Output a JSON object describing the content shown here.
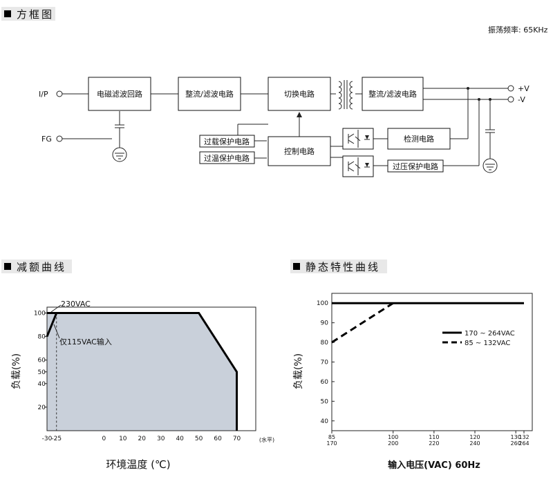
{
  "sections": {
    "block_title": "方框图",
    "derating_title": "减额曲线",
    "static_title": "静态特性曲线"
  },
  "block_diagram": {
    "osc_freq": "振荡频率: 65KHz",
    "ip": "I/P",
    "fg": "FG",
    "vplus": "+V",
    "vminus": "-V",
    "blocks": {
      "emi": "电磁滤波回路",
      "rect1": "整流/滤波电路",
      "switch": "切换电路",
      "rect2": "整流/滤波电路",
      "detect": "检测电路",
      "control": "控制电路",
      "olp": "过载保护电路",
      "otp": "过温保护电路",
      "ovp": "过压保护电路"
    }
  },
  "chart_data": [
    {
      "type": "area",
      "title": "减额曲线",
      "xlabel": "环境温度 (℃)",
      "ylabel": "负载(%)",
      "x_unit_note": "(水平)",
      "xticks": [
        -30,
        -25,
        0,
        10,
        20,
        30,
        40,
        50,
        60,
        70
      ],
      "yticks": [
        20,
        40,
        50,
        60,
        80,
        100
      ],
      "xlim": [
        -30,
        80
      ],
      "ylim": [
        0,
        105
      ],
      "series": [
        {
          "name": "230VAC",
          "x": [
            -30,
            -25,
            50,
            70,
            70
          ],
          "y": [
            100,
            100,
            100,
            50,
            0
          ]
        },
        {
          "name": "仅115VAC输入",
          "x": [
            -30,
            -25
          ],
          "y": [
            80,
            100
          ]
        }
      ],
      "annotations": [
        "230VAC",
        "仅115VAC输入"
      ]
    },
    {
      "type": "line",
      "title": "静态特性曲线",
      "xlabel": "输入电压(VAC) 60Hz",
      "ylabel": "负载(%)",
      "xticks_top": [
        "85",
        "100",
        "110",
        "120",
        "130",
        "132"
      ],
      "xticks_bottom": [
        "170",
        "200",
        "220",
        "240",
        "260",
        "264"
      ],
      "yticks": [
        40,
        50,
        60,
        70,
        80,
        90,
        100
      ],
      "ylim": [
        35,
        105
      ],
      "legend_position": "right",
      "series": [
        {
          "name": "170 ~ 264VAC",
          "style": "solid",
          "x": [
            170,
            264
          ],
          "y": [
            100,
            100
          ]
        },
        {
          "name": "85 ~ 132VAC",
          "style": "dashed",
          "x": [
            170,
            200
          ],
          "y": [
            80,
            100
          ]
        }
      ]
    }
  ]
}
